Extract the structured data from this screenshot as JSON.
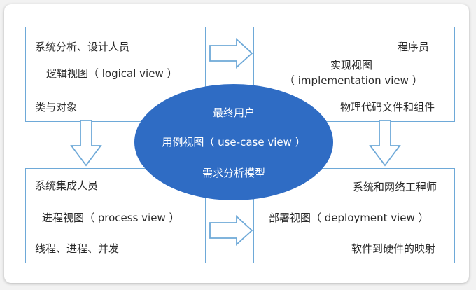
{
  "logical": {
    "role": "系统分析、设计人员",
    "view": "逻辑视图（ logical view ）",
    "desc": "类与对象"
  },
  "implementation": {
    "role": "程序员",
    "view_line1": "实现视图",
    "view_line2": "（ implementation view ）",
    "desc": "物理代码文件和组件"
  },
  "process": {
    "role": "系统集成人员",
    "view": "进程视图（ process view ）",
    "desc": "线程、进程、并发"
  },
  "deployment": {
    "role": "系统和网络工程师",
    "view": "部署视图（ deployment view ）",
    "desc": "软件到硬件的映射"
  },
  "usecase": {
    "role": "最终用户",
    "view": "用例视图（ use-case view ）",
    "desc": "需求分析模型"
  },
  "colors": {
    "border": "#6ea9d8",
    "ellipse": "#2f6cc4"
  }
}
